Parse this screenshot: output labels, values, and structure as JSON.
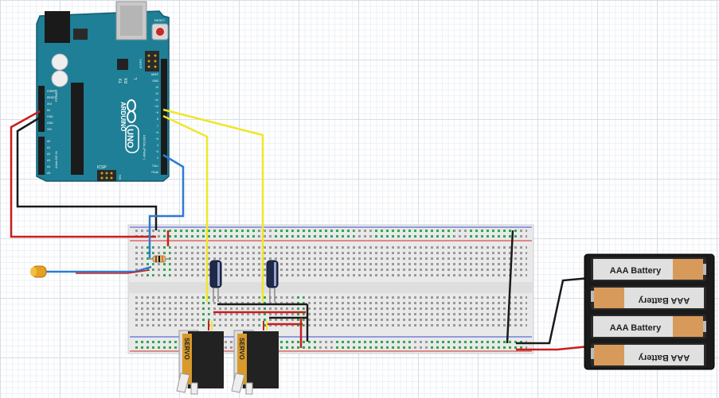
{
  "arduino": {
    "brand": "ARDUINO",
    "model": "UNO",
    "reset_label": "RESET",
    "icsp_label": "ICSP",
    "icsp2_label": "ICSP2",
    "on_label": "ON",
    "tx_label": "TX",
    "rx_label": "RX",
    "l_label": "L",
    "digital_label": "DIGITAL (PWM~)",
    "power_pins": [
      "IOREF",
      "RESET",
      "3V3",
      "5V",
      "GND",
      "GND",
      "VIN"
    ],
    "analog_pins": [
      "A0",
      "A1",
      "A2",
      "A3",
      "A4",
      "A5"
    ],
    "power_label": "POWER",
    "analog_label": "ANALOG IN",
    "digital_pins": [
      "AREF",
      "GND",
      "13",
      "12",
      "~11",
      "~10",
      "~9",
      "8",
      "7",
      "~6",
      "~5",
      "4",
      "~3",
      "2",
      "TX▸1",
      "RX◂0"
    ]
  },
  "servos": [
    {
      "label": "SERVO"
    },
    {
      "label": "SERVO"
    }
  ],
  "battery_pack": {
    "cells": [
      "AAA Battery",
      "AAA Battery",
      "AAA Battery",
      "AAA Battery"
    ]
  },
  "wire_colors": {
    "power": "#c81e1e",
    "ground": "#1a1a1a",
    "signal": "#f0e62a",
    "sensor": "#2e7bd1"
  },
  "icons": [
    "arduino-uno-board",
    "breadboard",
    "resistor",
    "capacitor",
    "servo-motor",
    "battery-holder",
    "led-sensor"
  ]
}
